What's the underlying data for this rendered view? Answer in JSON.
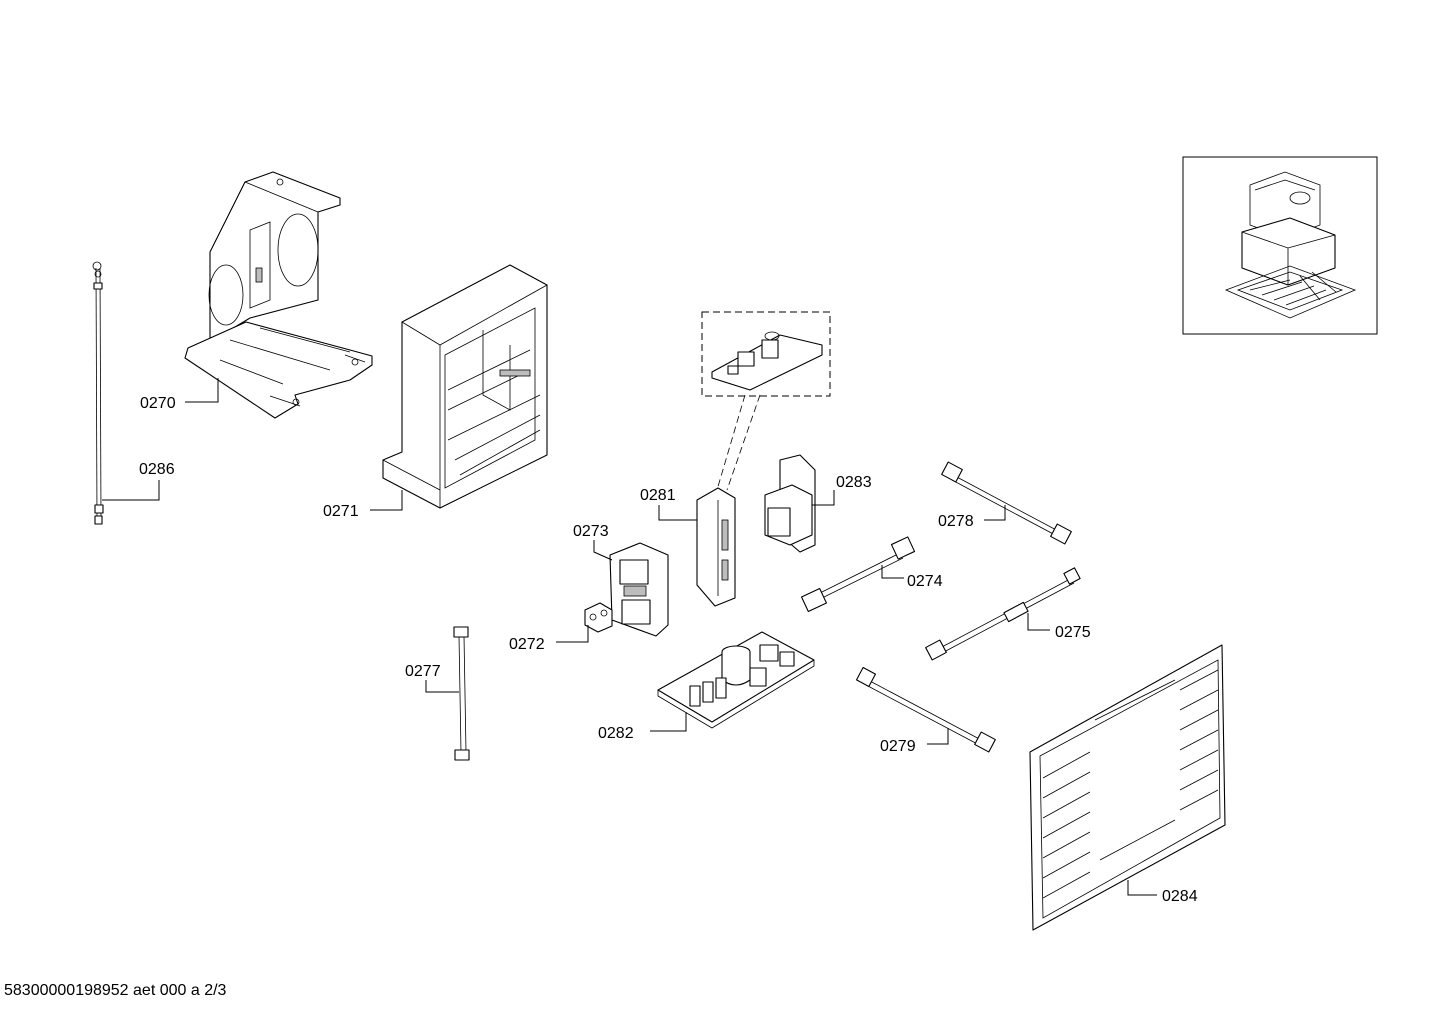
{
  "footer": {
    "document_id": "58300000198952 aet 000 a 2/3"
  },
  "callouts": [
    {
      "id": "0270",
      "label": "0270"
    },
    {
      "id": "0286",
      "label": "0286"
    },
    {
      "id": "0271",
      "label": "0271"
    },
    {
      "id": "0281",
      "label": "0281"
    },
    {
      "id": "0283",
      "label": "0283"
    },
    {
      "id": "0278",
      "label": "0278"
    },
    {
      "id": "0273",
      "label": "0273"
    },
    {
      "id": "0274",
      "label": "0274"
    },
    {
      "id": "0272",
      "label": "0272"
    },
    {
      "id": "0275",
      "label": "0275"
    },
    {
      "id": "0277",
      "label": "0277"
    },
    {
      "id": "0282",
      "label": "0282"
    },
    {
      "id": "0279",
      "label": "0279"
    },
    {
      "id": "0284",
      "label": "0284"
    }
  ]
}
